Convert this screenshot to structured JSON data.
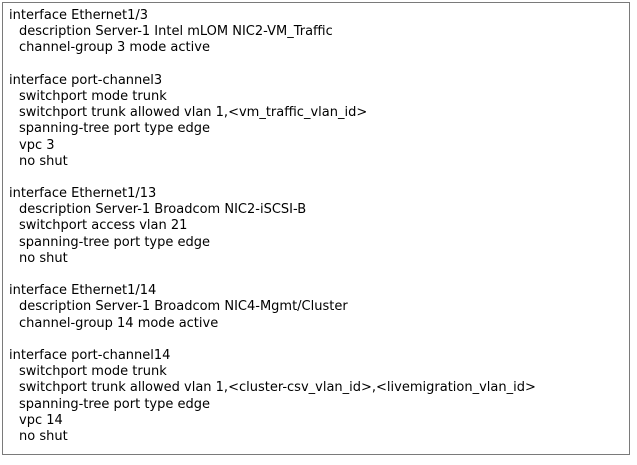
{
  "blocks": [
    {
      "header": "interface Ethernet1/3",
      "lines": [
        "description Server-1 Intel mLOM NIC2-VM_Traffic",
        "channel-group 3 mode active"
      ]
    },
    {
      "header": "interface port-channel3",
      "lines": [
        "switchport mode trunk",
        "switchport trunk allowed vlan 1,<vm_traffic_vlan_id>",
        "spanning-tree port type edge",
        "vpc 3",
        "no shut"
      ]
    },
    {
      "header": "interface Ethernet1/13",
      "lines": [
        "description Server-1 Broadcom NIC2-iSCSI-B",
        "switchport access vlan 21",
        "spanning-tree port type edge",
        "no shut"
      ]
    },
    {
      "header": "interface Ethernet1/14",
      "lines": [
        "description Server-1 Broadcom NIC4-Mgmt/Cluster",
        "channel-group 14 mode active"
      ]
    },
    {
      "header": "interface port-channel14",
      "lines": [
        "switchport mode trunk",
        "switchport trunk allowed vlan 1,<cluster-csv_vlan_id>,<livemigration_vlan_id>",
        "spanning-tree port type edge",
        "vpc 14",
        "no shut"
      ]
    }
  ]
}
